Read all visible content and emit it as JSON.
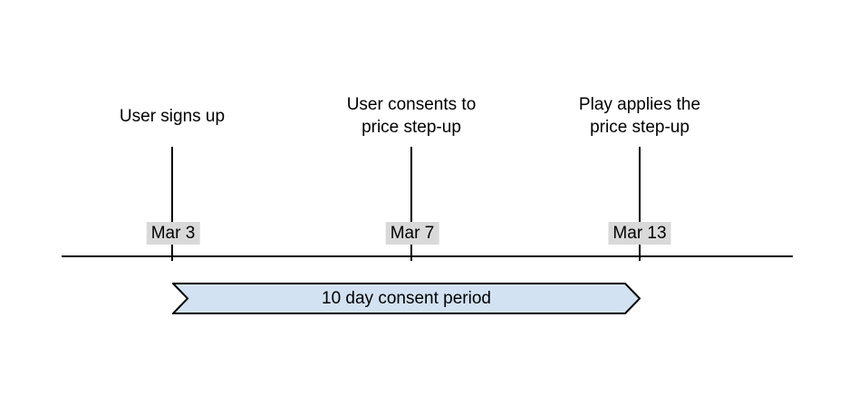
{
  "diagram": {
    "background": "#ffffff",
    "axis_color": "#000000",
    "events": [
      {
        "label": "User signs up",
        "date": "Mar 3"
      },
      {
        "label": "User consents to\nprice step-up",
        "date": "Mar 7"
      },
      {
        "label": "Play applies the\nprice step-up",
        "date": "Mar 13"
      }
    ],
    "date_badge_bg": "#d9d9d9",
    "banner": {
      "label": "10 day consent period",
      "fill": "#d3e2f2",
      "stroke": "#000000"
    }
  }
}
